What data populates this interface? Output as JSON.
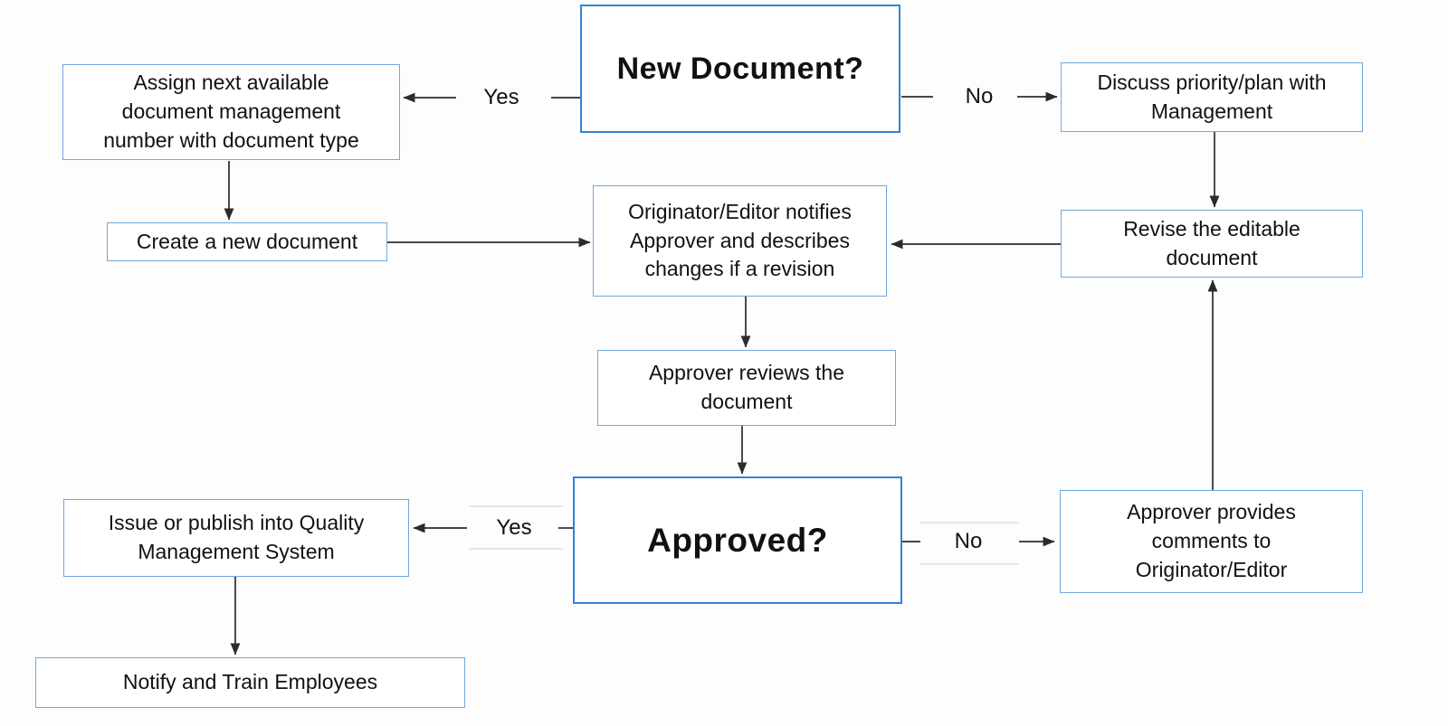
{
  "diagram": {
    "type": "flowchart",
    "colors": {
      "node_border": "#6fa8dc",
      "decision_border": "#3182dd",
      "connector": "#2b2b2b",
      "faded_line": "#dfdfe4",
      "text": "#111111",
      "background": "#fdfdfd"
    },
    "nodes": {
      "new_document": {
        "type": "decision",
        "label": "New Document?"
      },
      "assign_number": {
        "type": "process",
        "label": "Assign next available\ndocument management\nnumber with document type"
      },
      "discuss_priority": {
        "type": "process",
        "label": "Discuss priority/plan with\nManagement"
      },
      "create_document": {
        "type": "process",
        "label": "Create a new document"
      },
      "originator_notifies": {
        "type": "process",
        "label": "Originator/Editor notifies\nApprover and describes\nchanges if a revision"
      },
      "revise_document": {
        "type": "process",
        "label": "Revise the editable\ndocument"
      },
      "approver_reviews": {
        "type": "process",
        "label": "Approver reviews the\ndocument"
      },
      "approved": {
        "type": "decision",
        "label": "Approved?"
      },
      "issue_publish": {
        "type": "process",
        "label": "Issue or publish into Quality\nManagement System"
      },
      "approver_comments": {
        "type": "process",
        "label": "Approver provides\ncomments to\nOriginator/Editor"
      },
      "notify_train": {
        "type": "process",
        "label": "Notify and Train Employees"
      }
    },
    "edge_labels": {
      "new_document_yes": "Yes",
      "new_document_no": "No",
      "approved_yes": "Yes",
      "approved_no": "No"
    },
    "edges": [
      {
        "from": "new_document",
        "to": "assign_number",
        "label": "Yes"
      },
      {
        "from": "new_document",
        "to": "discuss_priority",
        "label": "No"
      },
      {
        "from": "assign_number",
        "to": "create_document",
        "label": ""
      },
      {
        "from": "create_document",
        "to": "originator_notifies",
        "label": ""
      },
      {
        "from": "discuss_priority",
        "to": "revise_document",
        "label": ""
      },
      {
        "from": "revise_document",
        "to": "originator_notifies",
        "label": ""
      },
      {
        "from": "originator_notifies",
        "to": "approver_reviews",
        "label": ""
      },
      {
        "from": "approver_reviews",
        "to": "approved",
        "label": ""
      },
      {
        "from": "approved",
        "to": "issue_publish",
        "label": "Yes"
      },
      {
        "from": "approved",
        "to": "approver_comments",
        "label": "No"
      },
      {
        "from": "approver_comments",
        "to": "revise_document",
        "label": ""
      },
      {
        "from": "issue_publish",
        "to": "notify_train",
        "label": ""
      }
    ]
  }
}
